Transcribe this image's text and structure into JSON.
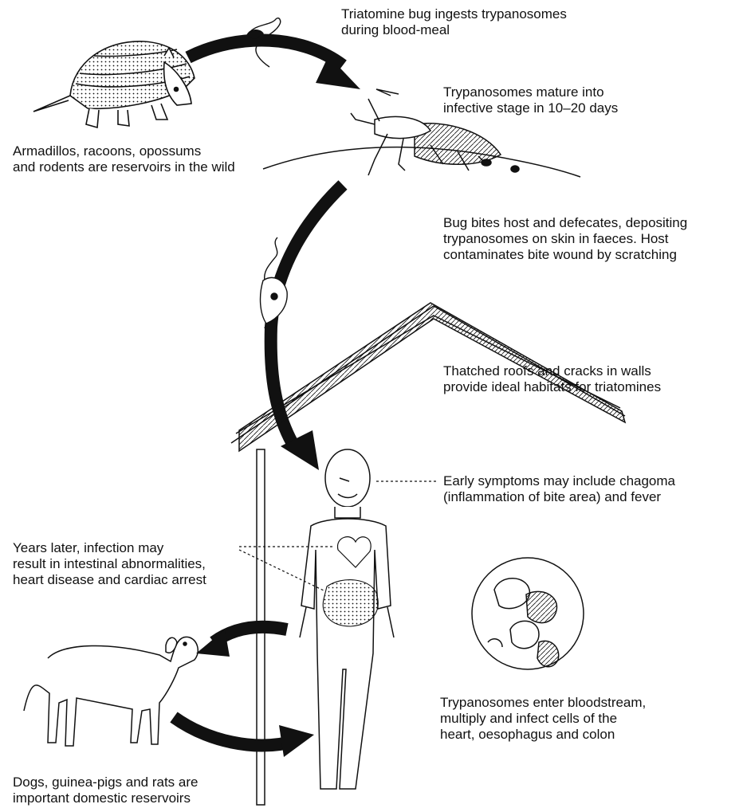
{
  "captions": {
    "ingest": [
      "Triatomine bug ingests trypanosomes",
      "during blood-meal"
    ],
    "mature": [
      "Trypanosomes mature into",
      "infective stage in 10–20 days"
    ],
    "wild_reservoirs": [
      "Armadillos, racoons, opossums",
      "and rodents are reservoirs in the wild"
    ],
    "bite": [
      "Bug bites host and defecates, depositing",
      "trypanosomes on skin in faeces. Host",
      "contaminates bite wound by scratching"
    ],
    "habitat": [
      "Thatched roofs and cracks in walls",
      "provide ideal habitats for triatomines"
    ],
    "early_symptoms": [
      "Early symptoms may include chagoma",
      "(inflammation of bite area) and fever"
    ],
    "late_symptoms": [
      "Years later, infection may",
      "result in intestinal abnormalities,",
      "heart disease and cardiac arrest"
    ],
    "bloodstream": [
      "Trypanosomes enter bloodstream,",
      "multiply and infect cells of the",
      "heart, oesophagus and colon"
    ],
    "domestic_reservoirs": [
      "Dogs, guinea-pigs and rats are",
      "important domestic reservoirs"
    ]
  },
  "colors": {
    "ink": "#111111",
    "paper": "#ffffff"
  }
}
